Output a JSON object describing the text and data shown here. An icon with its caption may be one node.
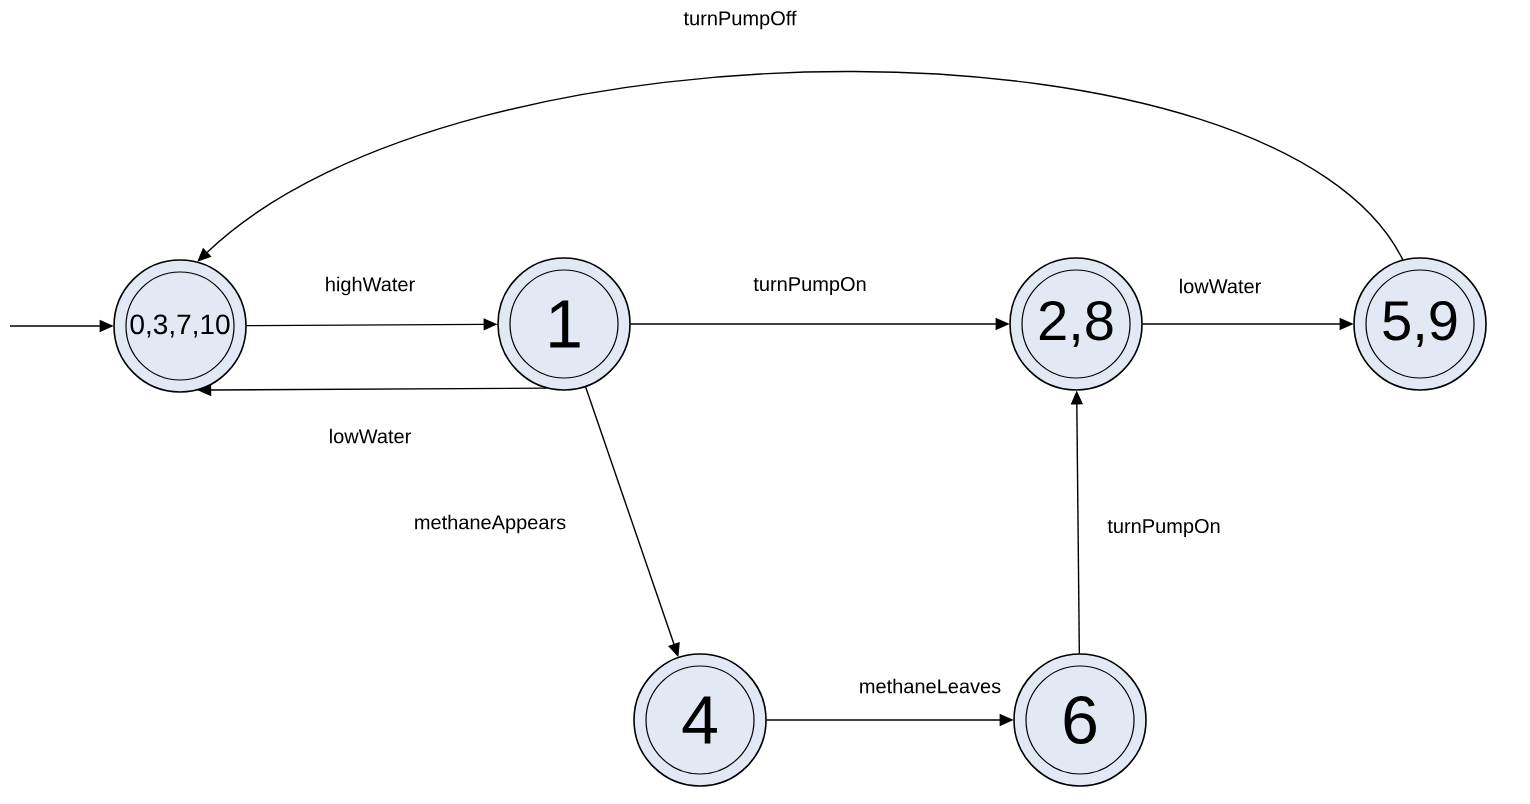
{
  "diagram": {
    "nodes": [
      {
        "text": [
          "0,3,7,10"
        ]
      },
      {
        "text": [
          "1"
        ]
      },
      {
        "text": [
          "2,8"
        ]
      },
      {
        "text": [
          "5,9"
        ]
      },
      {
        "text": [
          "4"
        ]
      },
      {
        "text": [
          "6"
        ]
      }
    ],
    "edges": [
      {
        "from": null,
        "to": 0,
        "arrow": "to"
      },
      {
        "from": 0,
        "to": 1,
        "arrow": "to",
        "label": "highWater"
      },
      {
        "from": 1,
        "to": 0,
        "arrow": "to",
        "label": "lowWater"
      },
      {
        "from": 1,
        "to": 2,
        "arrow": "to",
        "label": "turnPumpOn"
      },
      {
        "from": 2,
        "to": 3,
        "arrow": "to",
        "label": "lowWater"
      },
      {
        "from": 3,
        "to": 0,
        "arrow": "to",
        "label": "turnPumpOff"
      },
      {
        "from": 1,
        "to": 4,
        "arrow": "to",
        "label": "methaneAppears"
      },
      {
        "from": 4,
        "to": 5,
        "arrow": "to",
        "label": "methaneLeaves"
      },
      {
        "from": 5,
        "to": 2,
        "arrow": "to",
        "label": "turnPumpOn"
      }
    ]
  }
}
